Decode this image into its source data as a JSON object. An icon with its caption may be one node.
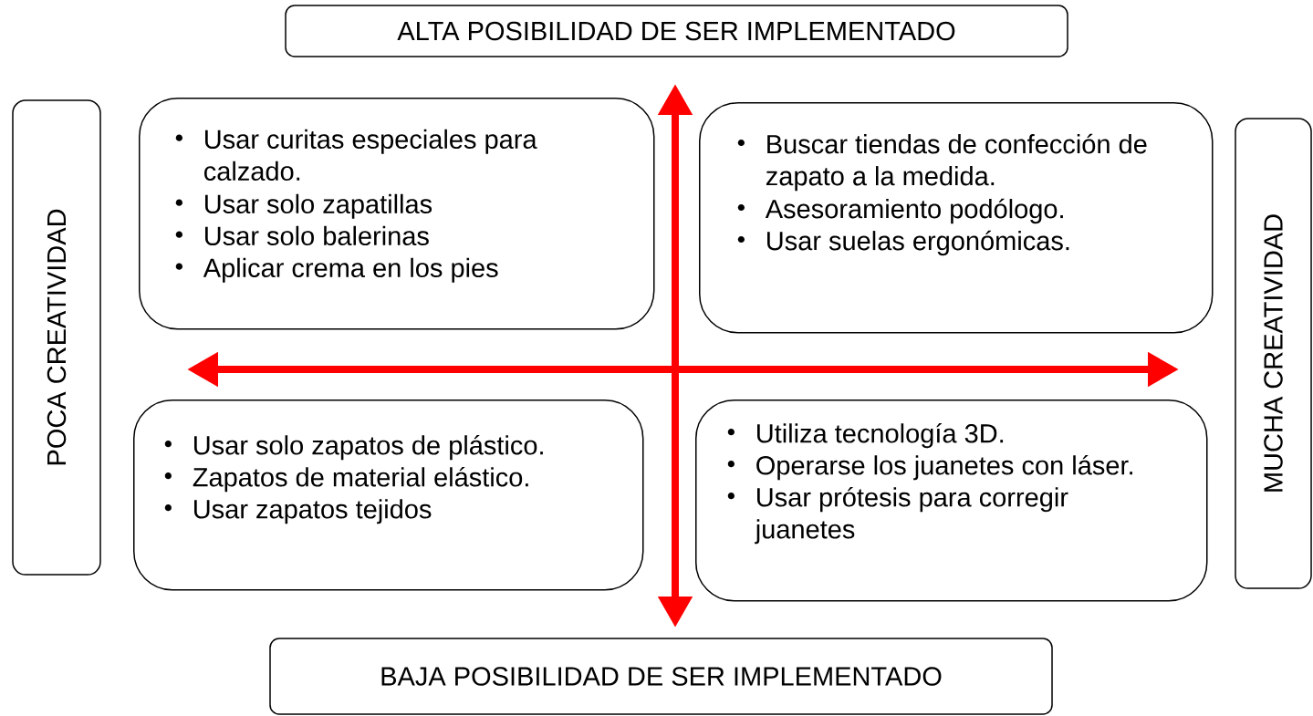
{
  "diagram": {
    "nodes": [
      {
        "text": [
          "ALTA POSIBILIDAD DE SER IMPLEMENTADO"
        ]
      },
      {
        "text": [
          "POCA CREATIVIDAD"
        ]
      },
      {
        "text": [
          "Usar curitas especiales para calzado.",
          "Usar solo zapatillas",
          "Usar solo balerinas",
          "Aplicar crema en los pies"
        ]
      },
      {
        "text": [
          "Buscar tiendas de confección de zapato a la medida.",
          "Asesoramiento podólogo.",
          "Usar suelas ergonómicas."
        ]
      },
      {
        "text": [
          "MUCHA CREATIVIDAD"
        ]
      },
      {
        "text": [
          "Usar solo zapatos de plástico.",
          "Zapatos de material elástico.",
          "Usar zapatos tejidos"
        ]
      },
      {
        "text": [
          "Utiliza tecnología 3D.",
          "Operarse los juanetes con láser.",
          "Usar prótesis para corregir juanetes"
        ]
      },
      {
        "text": [
          "BAJA POSIBILIDAD DE SER IMPLEMENTADO"
        ]
      }
    ]
  }
}
